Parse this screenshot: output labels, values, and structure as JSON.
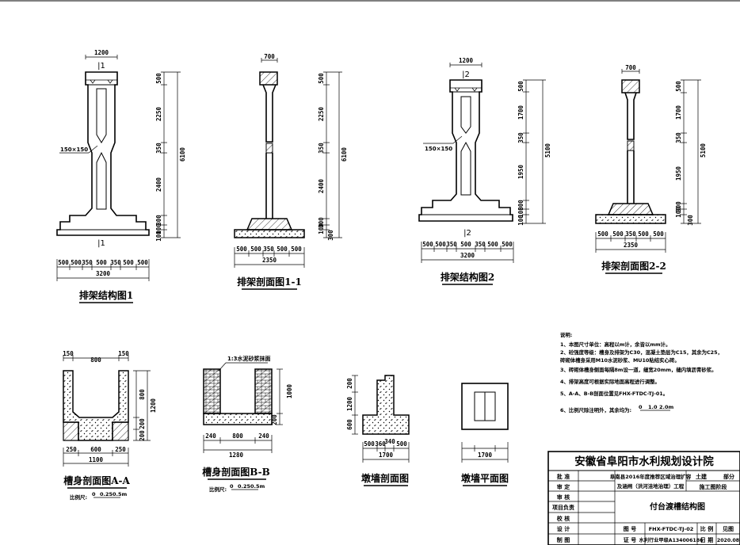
{
  "drawings": {
    "frame1": {
      "title": "排架结构图1",
      "width_label": "1200",
      "section_mark_top": "|1",
      "section_mark_bottom": "|1",
      "hole_label": "150×150",
      "v_dims": [
        "500",
        "2250",
        "350",
        "2400",
        "300",
        "100",
        "100"
      ],
      "v_total": "6100",
      "h_dims": [
        "500",
        "500",
        "350",
        "500",
        "350",
        "500",
        "500"
      ],
      "h_total": "3200"
    },
    "section11": {
      "title": "排架剖面图1-1",
      "width_label": "700",
      "v_dims": [
        "500",
        "2250",
        "350",
        "2400",
        "300",
        "100",
        "300"
      ],
      "v_total": "6100",
      "h_dims": [
        "500",
        "500",
        "350",
        "500",
        "500"
      ],
      "h_total": "2350"
    },
    "frame2": {
      "title": "排架结构图2",
      "width_label": "1200",
      "section_mark_top": "|2",
      "section_mark_bottom": "|2",
      "hole_label": "150×150",
      "v_dims": [
        "500",
        "1700",
        "350",
        "1950",
        "300",
        "100",
        "100"
      ],
      "v_total": "5100",
      "h_dims": [
        "500",
        "500",
        "350",
        "500",
        "350",
        "500",
        "500"
      ],
      "h_total": "3200"
    },
    "section22": {
      "title": "排架剖面图2-2",
      "width_label": "700",
      "v_dims": [
        "500",
        "1700",
        "350",
        "1950",
        "300",
        "100",
        "300"
      ],
      "v_total": "5100",
      "h_dims": [
        "500",
        "500",
        "350",
        "500",
        "500"
      ],
      "h_total": "2350"
    },
    "trough_aa": {
      "title": "槽身剖面图A-A",
      "top_dims": [
        "150",
        "800",
        "150"
      ],
      "v_dims": [
        "800",
        "200",
        "200"
      ],
      "v_total": "1200",
      "h_dims": [
        "250",
        "600",
        "250"
      ],
      "h_total": "1100",
      "scale_label": "比例尺:",
      "scale_ticks": [
        "0",
        "0.25",
        "0.5m"
      ]
    },
    "trough_bb": {
      "title": "槽身剖面图B-B",
      "mortar_label": "1:3水泥砂浆抹面",
      "v_dims": [
        "1000",
        "200"
      ],
      "h_dims": [
        "240",
        "800",
        "240"
      ],
      "h_total": "1280",
      "scale_label": "比例尺:",
      "scale_ticks": [
        "0",
        "0.25",
        "0.5m"
      ]
    },
    "pier_section": {
      "title": "墩墙剖面图",
      "v_dims": [
        "200",
        "1200",
        "600"
      ],
      "h_dims": [
        "500",
        "360",
        "340",
        "500"
      ],
      "h_total": "1700"
    },
    "pier_plan": {
      "title": "墩墙平面图",
      "h_total": "1700"
    }
  },
  "notes": {
    "heading": "说明:",
    "items": [
      "1、本图尺寸单位：高程以m计，余皆以mm计。",
      "2、砼强度等级：槽身及排架为C30，混凝土垫层为C15，其余为C25，",
      "   砖砌体槽身采用M10水泥砂浆、MU10粘结实心砖。",
      "3、砖砌体槽身侧面每隔8m设一道，缝宽20mm，缝内填沥青砂浆。",
      "4、排架高度可根据实际地面高程进行调整。",
      "5、A-A、B-B剖面位置见FHX-FTDC-TJ-01。",
      "6、比例尺除注明外，其余均为:"
    ],
    "scale_ticks": [
      "0",
      "1.0",
      "2.0m"
    ]
  },
  "title_block": {
    "institute": "安徽省阜阳市水利规划设计院",
    "row_labels": [
      "批 准",
      "审 定",
      "审 核",
      "项目负责",
      "校 核",
      "设 计",
      "制 图"
    ],
    "project_line1": "阜南县2016年度推荐区域治理扩容",
    "project_line2": "及涵闸（洪河洼地治理）工程",
    "discipline1": "土建",
    "discipline2": "部分",
    "stage": "施工图阶段",
    "drawing_name": "付台渡槽结构图",
    "drawing_no_label": "图 号",
    "drawing_no": "FHX-FTDC-TJ-02",
    "scale_label": "比 例",
    "scale_value": "见图",
    "cert_label": "证 号",
    "cert_value": "水利行业甲级A134006186",
    "date_label": "日 期",
    "date_value": "2020.08"
  },
  "colors": {
    "line": "#000000",
    "background": "#ffffff"
  }
}
